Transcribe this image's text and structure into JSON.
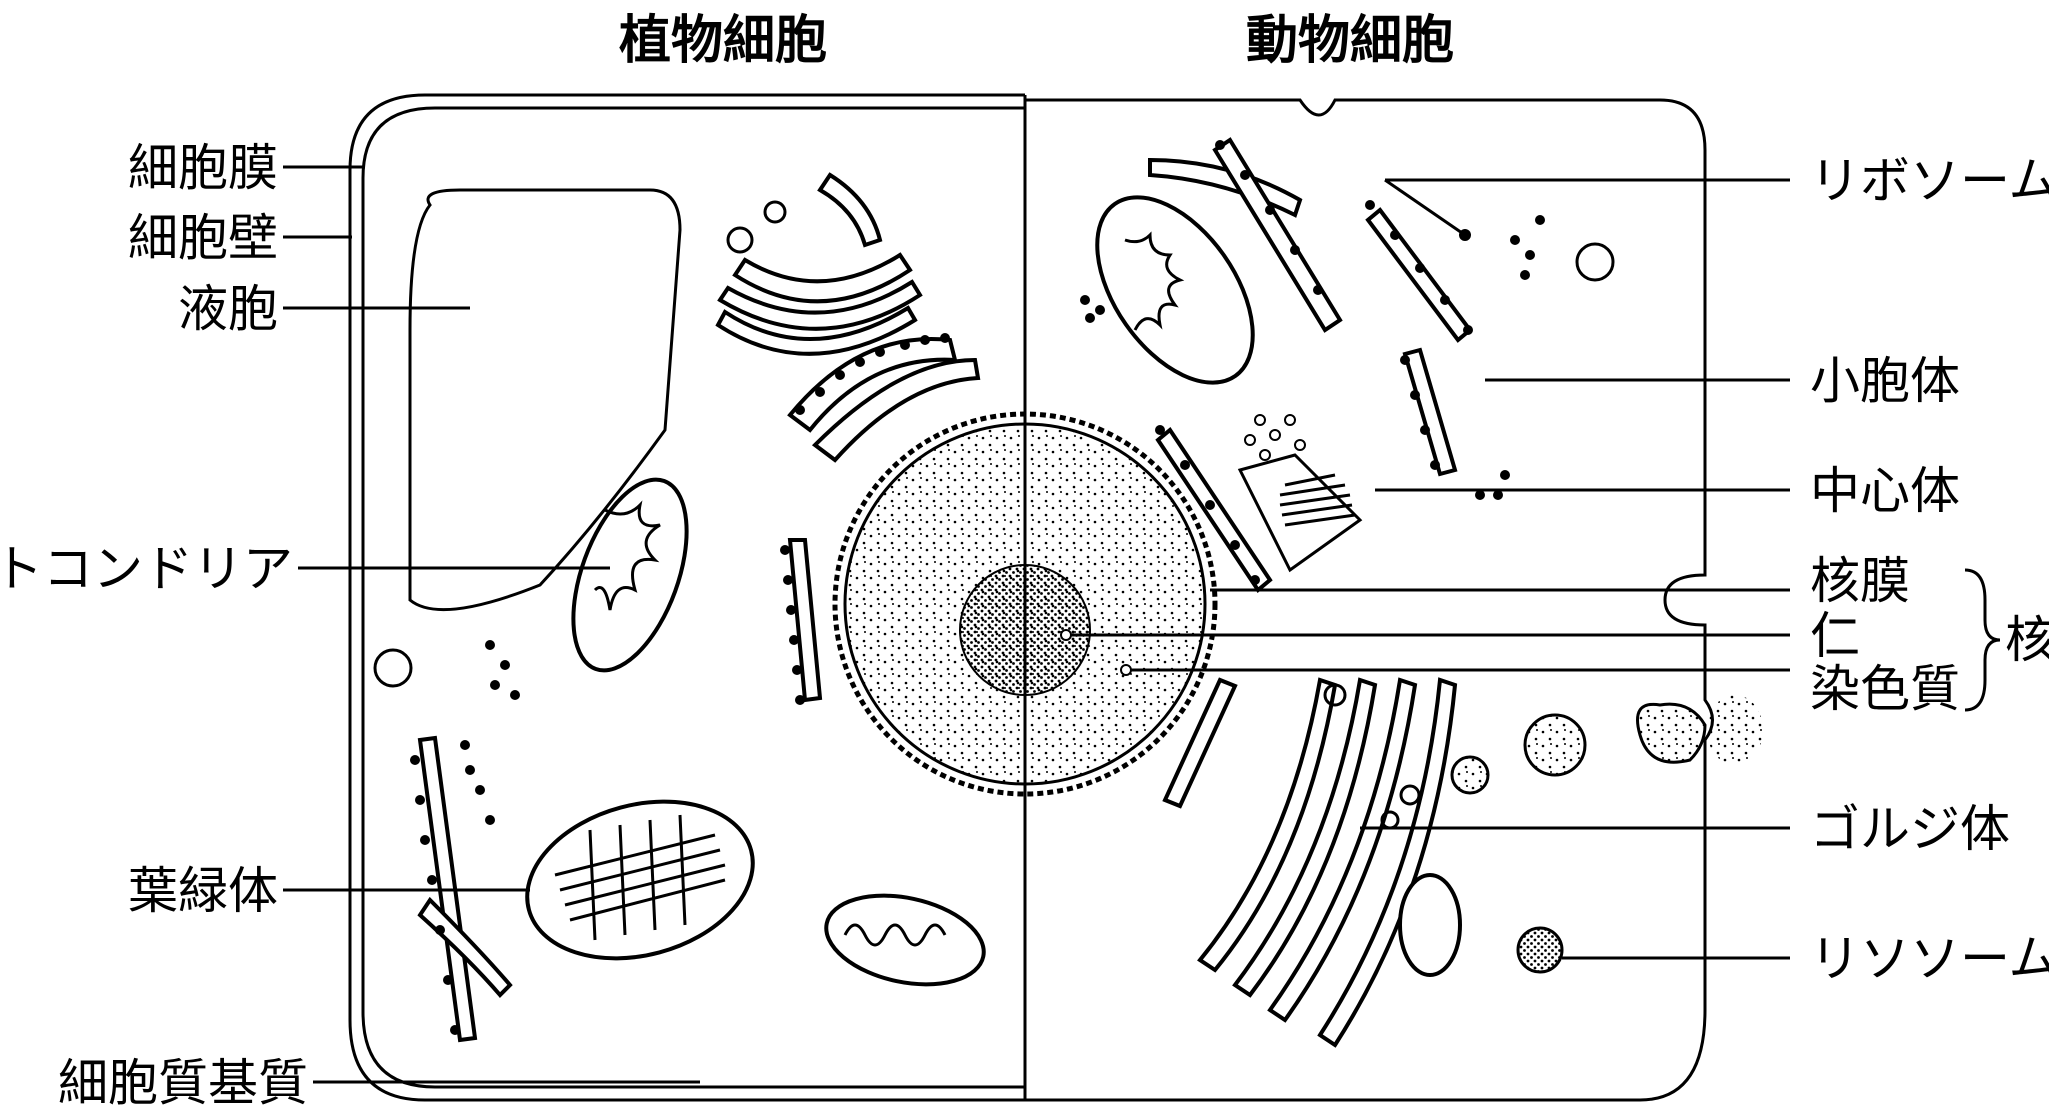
{
  "headers": {
    "plant": "植物細胞",
    "animal": "動物細胞"
  },
  "left_labels": [
    "細胞膜",
    "細胞壁",
    "液胞",
    "ミトコンドリア",
    "葉緑体",
    "細胞質基質"
  ],
  "right_labels": [
    "リボソーム",
    "小胞体",
    "中心体",
    "核膜",
    "仁",
    "染色質",
    "ゴルジ体",
    "リソソーム"
  ],
  "nucleus_group": "核",
  "colors": {
    "ink": "#000000",
    "background": "#ffffff"
  }
}
